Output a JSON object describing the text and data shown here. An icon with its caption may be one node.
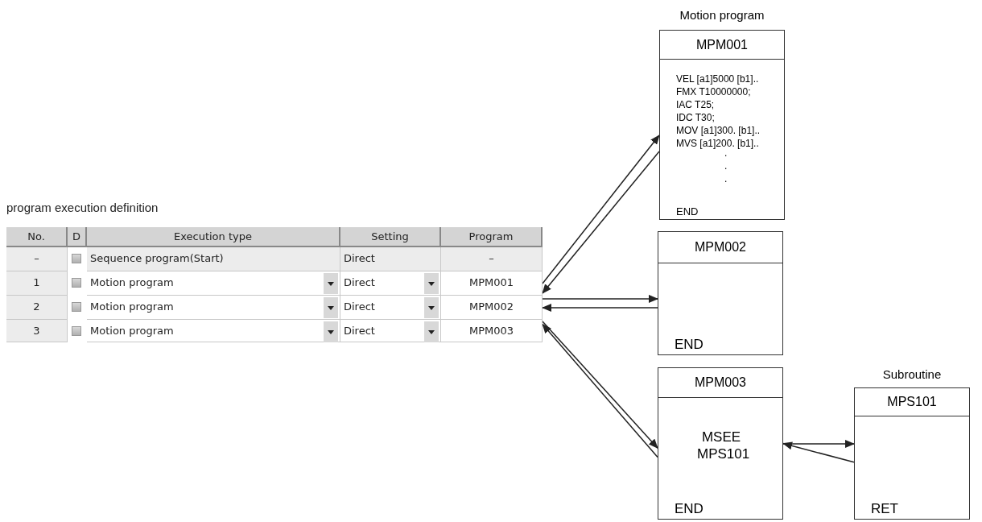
{
  "diagram": {
    "nodes": [
      {
        "text": [
          "MPM001"
        ]
      },
      {
        "text": [
          "MPM002"
        ]
      },
      {
        "text": [
          "MPM003"
        ]
      },
      {
        "text": [
          "MPM001",
          "VEL [a1]5000 [b1]..",
          "FMX T10000000;",
          "IAC T25;",
          "IDC T30;",
          "MOV [a1]300. [b1]..",
          "MVS [a1]200. [b1]..",
          ".",
          ".",
          ".",
          "END"
        ],
        "beside": [
          "Motion program"
        ]
      },
      {
        "text": [
          "MPM002",
          "END"
        ]
      },
      {
        "text": [
          "MPM003",
          "MSEE MPS101",
          "END"
        ]
      },
      {
        "text": [
          "MPS101",
          "RET"
        ],
        "beside": [
          "Subroutine"
        ]
      }
    ],
    "edges": [
      {
        "from": 0,
        "to": 3,
        "arrow": "to"
      },
      {
        "from": 3,
        "to": 0,
        "arrow": "to"
      },
      {
        "from": 1,
        "to": 4,
        "arrow": "to"
      },
      {
        "from": 4,
        "to": 1,
        "arrow": "to"
      },
      {
        "from": 2,
        "to": 5,
        "arrow": "to"
      },
      {
        "from": 5,
        "to": 2,
        "arrow": "to"
      },
      {
        "from": 5,
        "to": 6,
        "arrow": "to"
      },
      {
        "from": 6,
        "to": 5,
        "arrow": "to"
      }
    ],
    "labels": [
      "program execution definition",
      "No.",
      "D",
      "Execution type",
      "Setting",
      "Program",
      "–",
      "Sequence program(Start)",
      "Direct",
      "–",
      "1",
      "Motion program",
      "Direct",
      "2",
      "Motion program",
      "Direct",
      "3",
      "Motion program",
      "Direct"
    ]
  }
}
